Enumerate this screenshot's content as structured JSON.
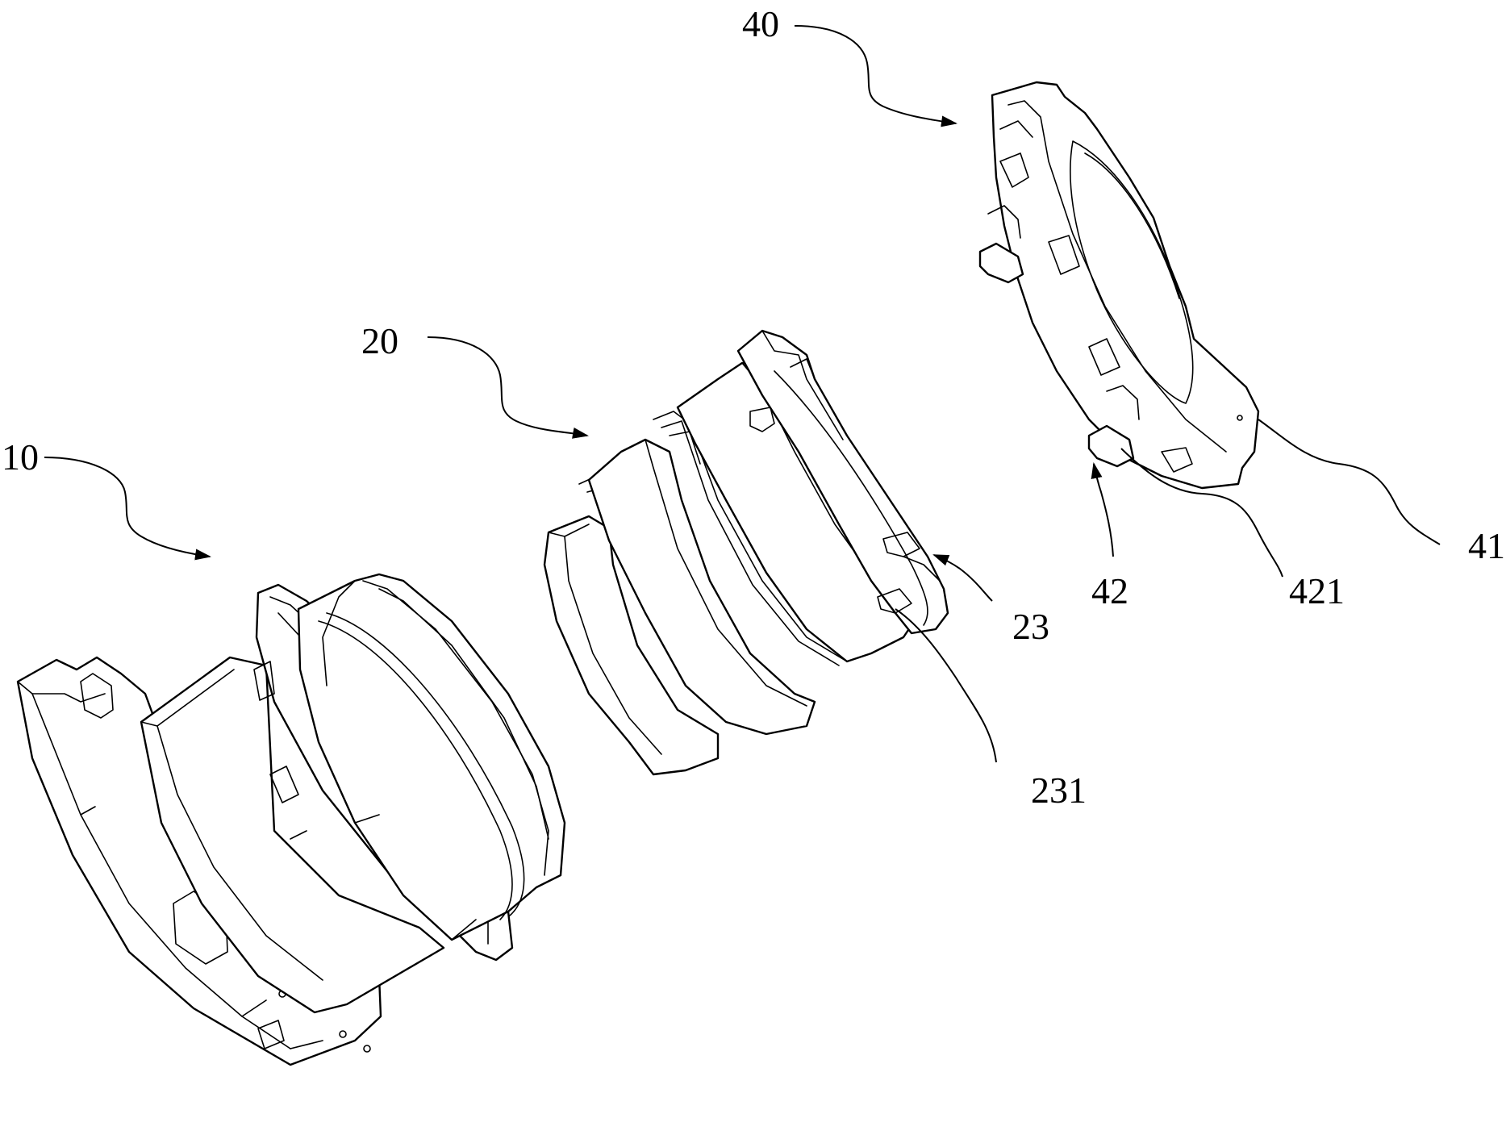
{
  "figure": {
    "labels": {
      "part_10": "10",
      "part_20": "20",
      "part_23": "23",
      "part_231": "231",
      "part_40": "40",
      "part_41": "41",
      "part_42": "42",
      "part_421": "421"
    },
    "line_color": "#000000",
    "background": "#ffffff"
  }
}
